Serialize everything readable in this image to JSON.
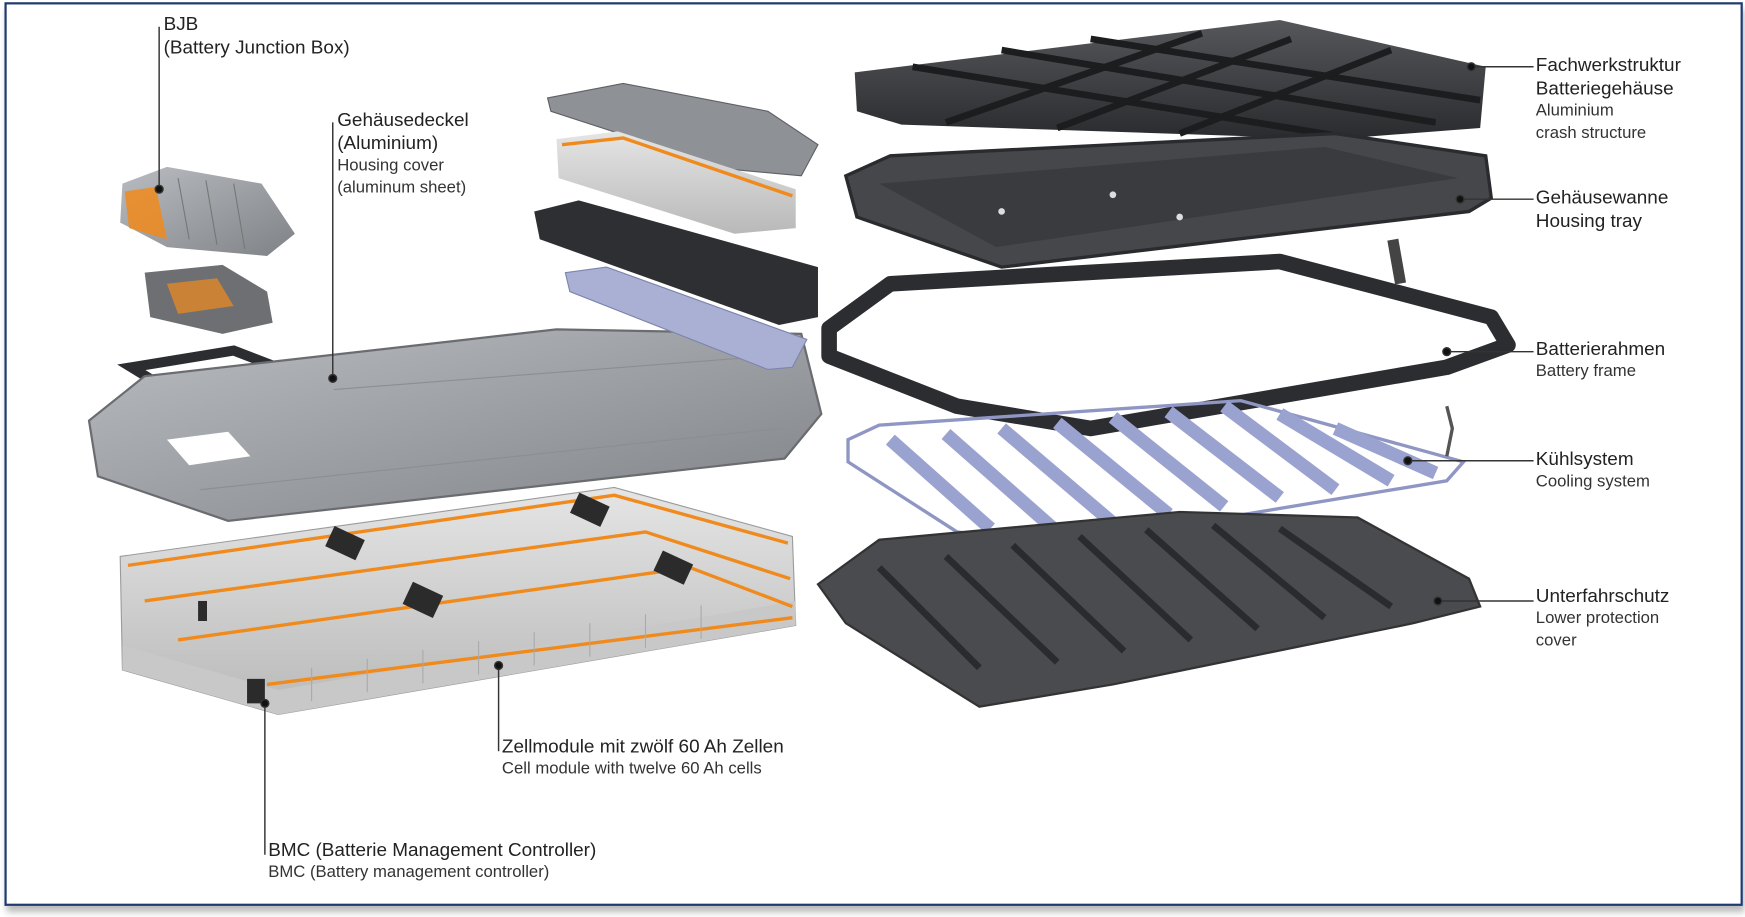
{
  "colors": {
    "frame": "#1f3a6e",
    "metal": "#9a9da2",
    "dark_part": "#3a3b3e",
    "cell": "#d6d7d6",
    "wiring": "#f08a1c",
    "cooling": "#9aa3cf"
  },
  "labels": {
    "bjb": {
      "de": "BJB",
      "en": "(Battery Junction Box)"
    },
    "housing_cover": {
      "de1": "Gehäusedeckel",
      "de2": "(Aluminium)",
      "en1": "Housing cover",
      "en2": "(aluminum sheet)"
    },
    "crash_structure": {
      "de1": "Fachwerkstruktur",
      "de2": "Batteriegehäuse",
      "en1": "Aluminium",
      "en2": "crash structure"
    },
    "housing_tray": {
      "de": "Gehäusewanne",
      "en": "Housing tray"
    },
    "battery_frame": {
      "de": "Batterierahmen",
      "en": "Battery frame"
    },
    "cooling_system": {
      "de": "Kühlsystem",
      "en": "Cooling system"
    },
    "lower_cover": {
      "de": "Unterfahrschutz",
      "en1": "Lower protection",
      "en2": "cover"
    },
    "cell_module": {
      "de": "Zellmodule mit zwölf 60 Ah Zellen",
      "en": "Cell module with twelve 60 Ah cells"
    },
    "bmc": {
      "de": "BMC (Batterie Management Controller)",
      "en": "BMC (Battery management controller)"
    }
  }
}
